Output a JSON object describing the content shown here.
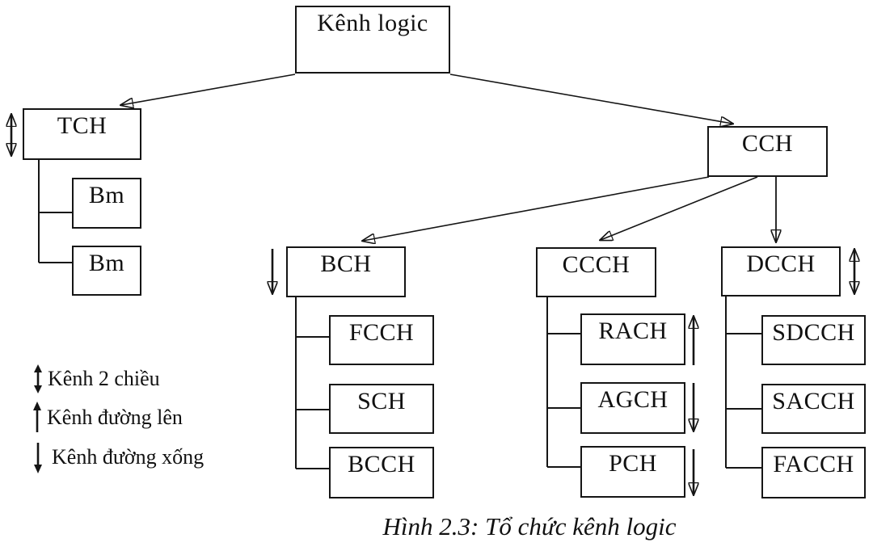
{
  "nodes": {
    "root": "Kênh logic",
    "tch": "TCH",
    "bm1": "Bm",
    "bm2": "Bm",
    "cch": "CCH",
    "bch": "BCH",
    "ccch": "CCCH",
    "dcch": "DCCH",
    "fcch": "FCCH",
    "sch": "SCH",
    "bcch": "BCCH",
    "rach": "RACH",
    "agch": "AGCH",
    "pch": "PCH",
    "sdcch": "SDCCH",
    "sacch": "SACCH",
    "facch": "FACCH"
  },
  "legend": {
    "two_way": "Kênh 2 chiều",
    "uplink": "Kênh đường lên",
    "downlink": "Kênh đường xống"
  },
  "caption": "Hình 2.3: Tổ chức kênh logic",
  "colors": {
    "line": "#151515",
    "background": "#ffffff"
  }
}
